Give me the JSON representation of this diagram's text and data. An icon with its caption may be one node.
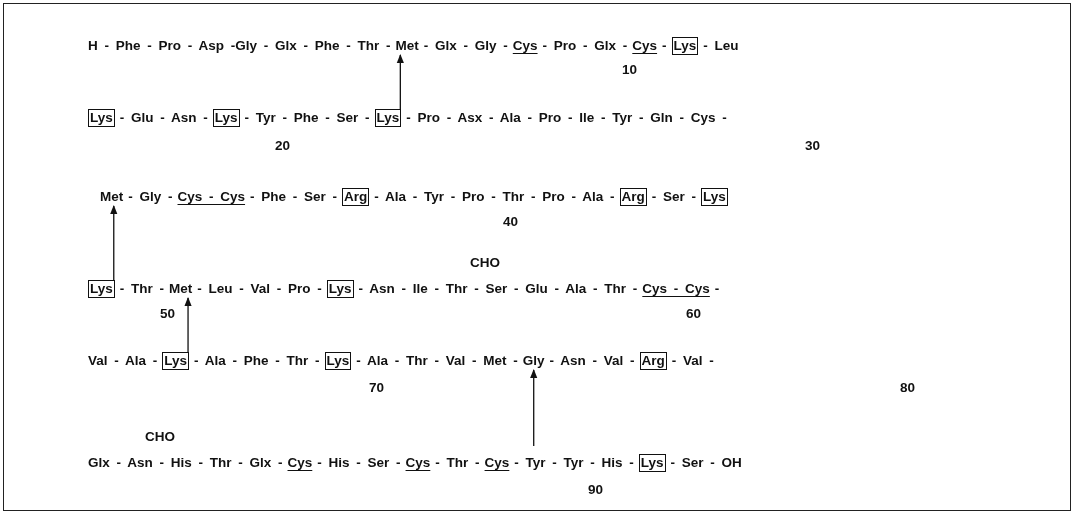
{
  "diagram": {
    "nodes": [
      {
        "text": [
          "Met"
        ]
      },
      {
        "text": [
          "Lys"
        ]
      },
      {
        "text": [
          "Lys"
        ]
      },
      {
        "text": [
          "Lys"
        ]
      },
      {
        "text": [
          "Lys"
        ]
      },
      {
        "text": [
          "Met"
        ]
      },
      {
        "text": [
          "Arg"
        ]
      },
      {
        "text": [
          "Arg"
        ]
      },
      {
        "text": [
          "Lys"
        ]
      },
      {
        "text": [
          "Lys"
        ]
      },
      {
        "text": [
          "Met"
        ]
      },
      {
        "text": [
          "Lys"
        ]
      },
      {
        "text": [
          "Lys"
        ]
      },
      {
        "text": [
          "Lys"
        ]
      },
      {
        "text": [
          "Gly"
        ]
      },
      {
        "text": [
          "Arg"
        ]
      },
      {
        "text": [
          "Lys"
        ]
      }
    ],
    "edges": [
      {
        "from": 4,
        "to": 0,
        "arrow": "to"
      },
      {
        "from": 9,
        "to": 5,
        "arrow": "to"
      },
      {
        "from": 12,
        "to": 10,
        "arrow": "to"
      },
      {
        "from": null,
        "to": 14,
        "arrow": "to"
      }
    ],
    "labels": [
      "H - Phe - Pro - Asp -Gly - Glx - Phe - Thr -",
      "- Glx - Gly -",
      "Cys",
      "- Pro - Glx -",
      "Cys",
      "-",
      "- Leu",
      "10",
      "- Glu - Asn -",
      "- Tyr - Phe - Ser -",
      "- Pro - Asx - Ala - Pro - Ile - Tyr - Gln - Cys -",
      "20",
      "30",
      "- Gly -",
      "Cys - Cys",
      "- Phe - Ser -",
      "- Ala - Tyr - Pro - Thr - Pro - Ala -",
      "- Ser -",
      "40",
      "CHO",
      "- Thr -",
      "- Leu - Val - Pro -",
      "- Asn - Ile - Thr - Ser - Glu - Ala - Thr -",
      "Cys - Cys",
      "-",
      "50",
      "60",
      "Val - Ala -",
      "- Ala - Phe - Thr -",
      "- Ala - Thr - Val - Met -",
      "- Asn - Val -",
      "- Val -",
      "70",
      "80",
      "CHO",
      "Glx - Asn - His - Thr - Glx -",
      "Cys",
      "- His - Ser -",
      "Cys",
      "- Thr -",
      "Cys",
      "- Tyr - Tyr - His -",
      "- Ser - OH",
      "90"
    ]
  }
}
